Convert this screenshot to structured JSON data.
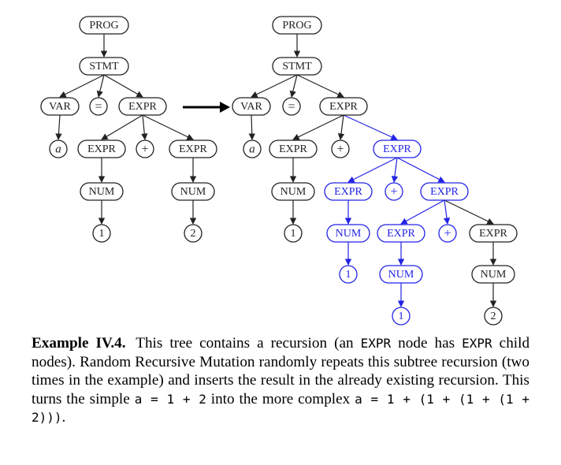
{
  "colors": {
    "black": "#222222",
    "blue": "#2323e6"
  },
  "trees": {
    "left": {
      "nodes": [
        {
          "id": "prog",
          "label": "PROG"
        },
        {
          "id": "stmt",
          "label": "STMT"
        },
        {
          "id": "var",
          "label": "VAR"
        },
        {
          "id": "eq",
          "label": "="
        },
        {
          "id": "expr",
          "label": "EXPR"
        },
        {
          "id": "a",
          "label": "a"
        },
        {
          "id": "e1",
          "label": "EXPR"
        },
        {
          "id": "plus",
          "label": "+"
        },
        {
          "id": "e2",
          "label": "EXPR"
        },
        {
          "id": "num1",
          "label": "NUM"
        },
        {
          "id": "num2",
          "label": "NUM"
        },
        {
          "id": "one",
          "label": "1"
        },
        {
          "id": "two",
          "label": "2"
        }
      ]
    },
    "right": {
      "nodes": [
        {
          "id": "prog",
          "label": "PROG"
        },
        {
          "id": "stmt",
          "label": "STMT"
        },
        {
          "id": "var",
          "label": "VAR"
        },
        {
          "id": "eq",
          "label": "="
        },
        {
          "id": "expr",
          "label": "EXPR"
        },
        {
          "id": "a",
          "label": "a"
        },
        {
          "id": "e1",
          "label": "EXPR"
        },
        {
          "id": "p1",
          "label": "+"
        },
        {
          "id": "eb1",
          "label": "EXPR",
          "highlight": true
        },
        {
          "id": "num1",
          "label": "NUM"
        },
        {
          "id": "eb2",
          "label": "EXPR",
          "highlight": true
        },
        {
          "id": "p2",
          "label": "+",
          "highlight": true
        },
        {
          "id": "eb3",
          "label": "EXPR",
          "highlight": true
        },
        {
          "id": "one1",
          "label": "1"
        },
        {
          "id": "numb1",
          "label": "NUM",
          "highlight": true
        },
        {
          "id": "eb4",
          "label": "EXPR",
          "highlight": true
        },
        {
          "id": "p3",
          "label": "+",
          "highlight": true
        },
        {
          "id": "e5",
          "label": "EXPR"
        },
        {
          "id": "oneb1",
          "label": "1",
          "highlight": true
        },
        {
          "id": "numb2",
          "label": "NUM",
          "highlight": true
        },
        {
          "id": "num2",
          "label": "NUM"
        },
        {
          "id": "oneb2",
          "label": "1",
          "highlight": true
        },
        {
          "id": "two",
          "label": "2"
        }
      ]
    }
  },
  "caption": {
    "label": "Example IV.4.",
    "t1": "This tree contains a recursion (an",
    "c1": "EXPR",
    "t2": "node has",
    "c2": "EXPR",
    "t3": "child nodes). Random Recursive Mutation randomly repeats this subtree recursion (two times in the example) and inserts the result in the already existing recursion. This turns the simple",
    "c3": "a = 1 + 2",
    "t4": "into the more complex",
    "c4": "a = 1 + (1 + (1 + (1 + 2)))",
    "t5": "."
  }
}
